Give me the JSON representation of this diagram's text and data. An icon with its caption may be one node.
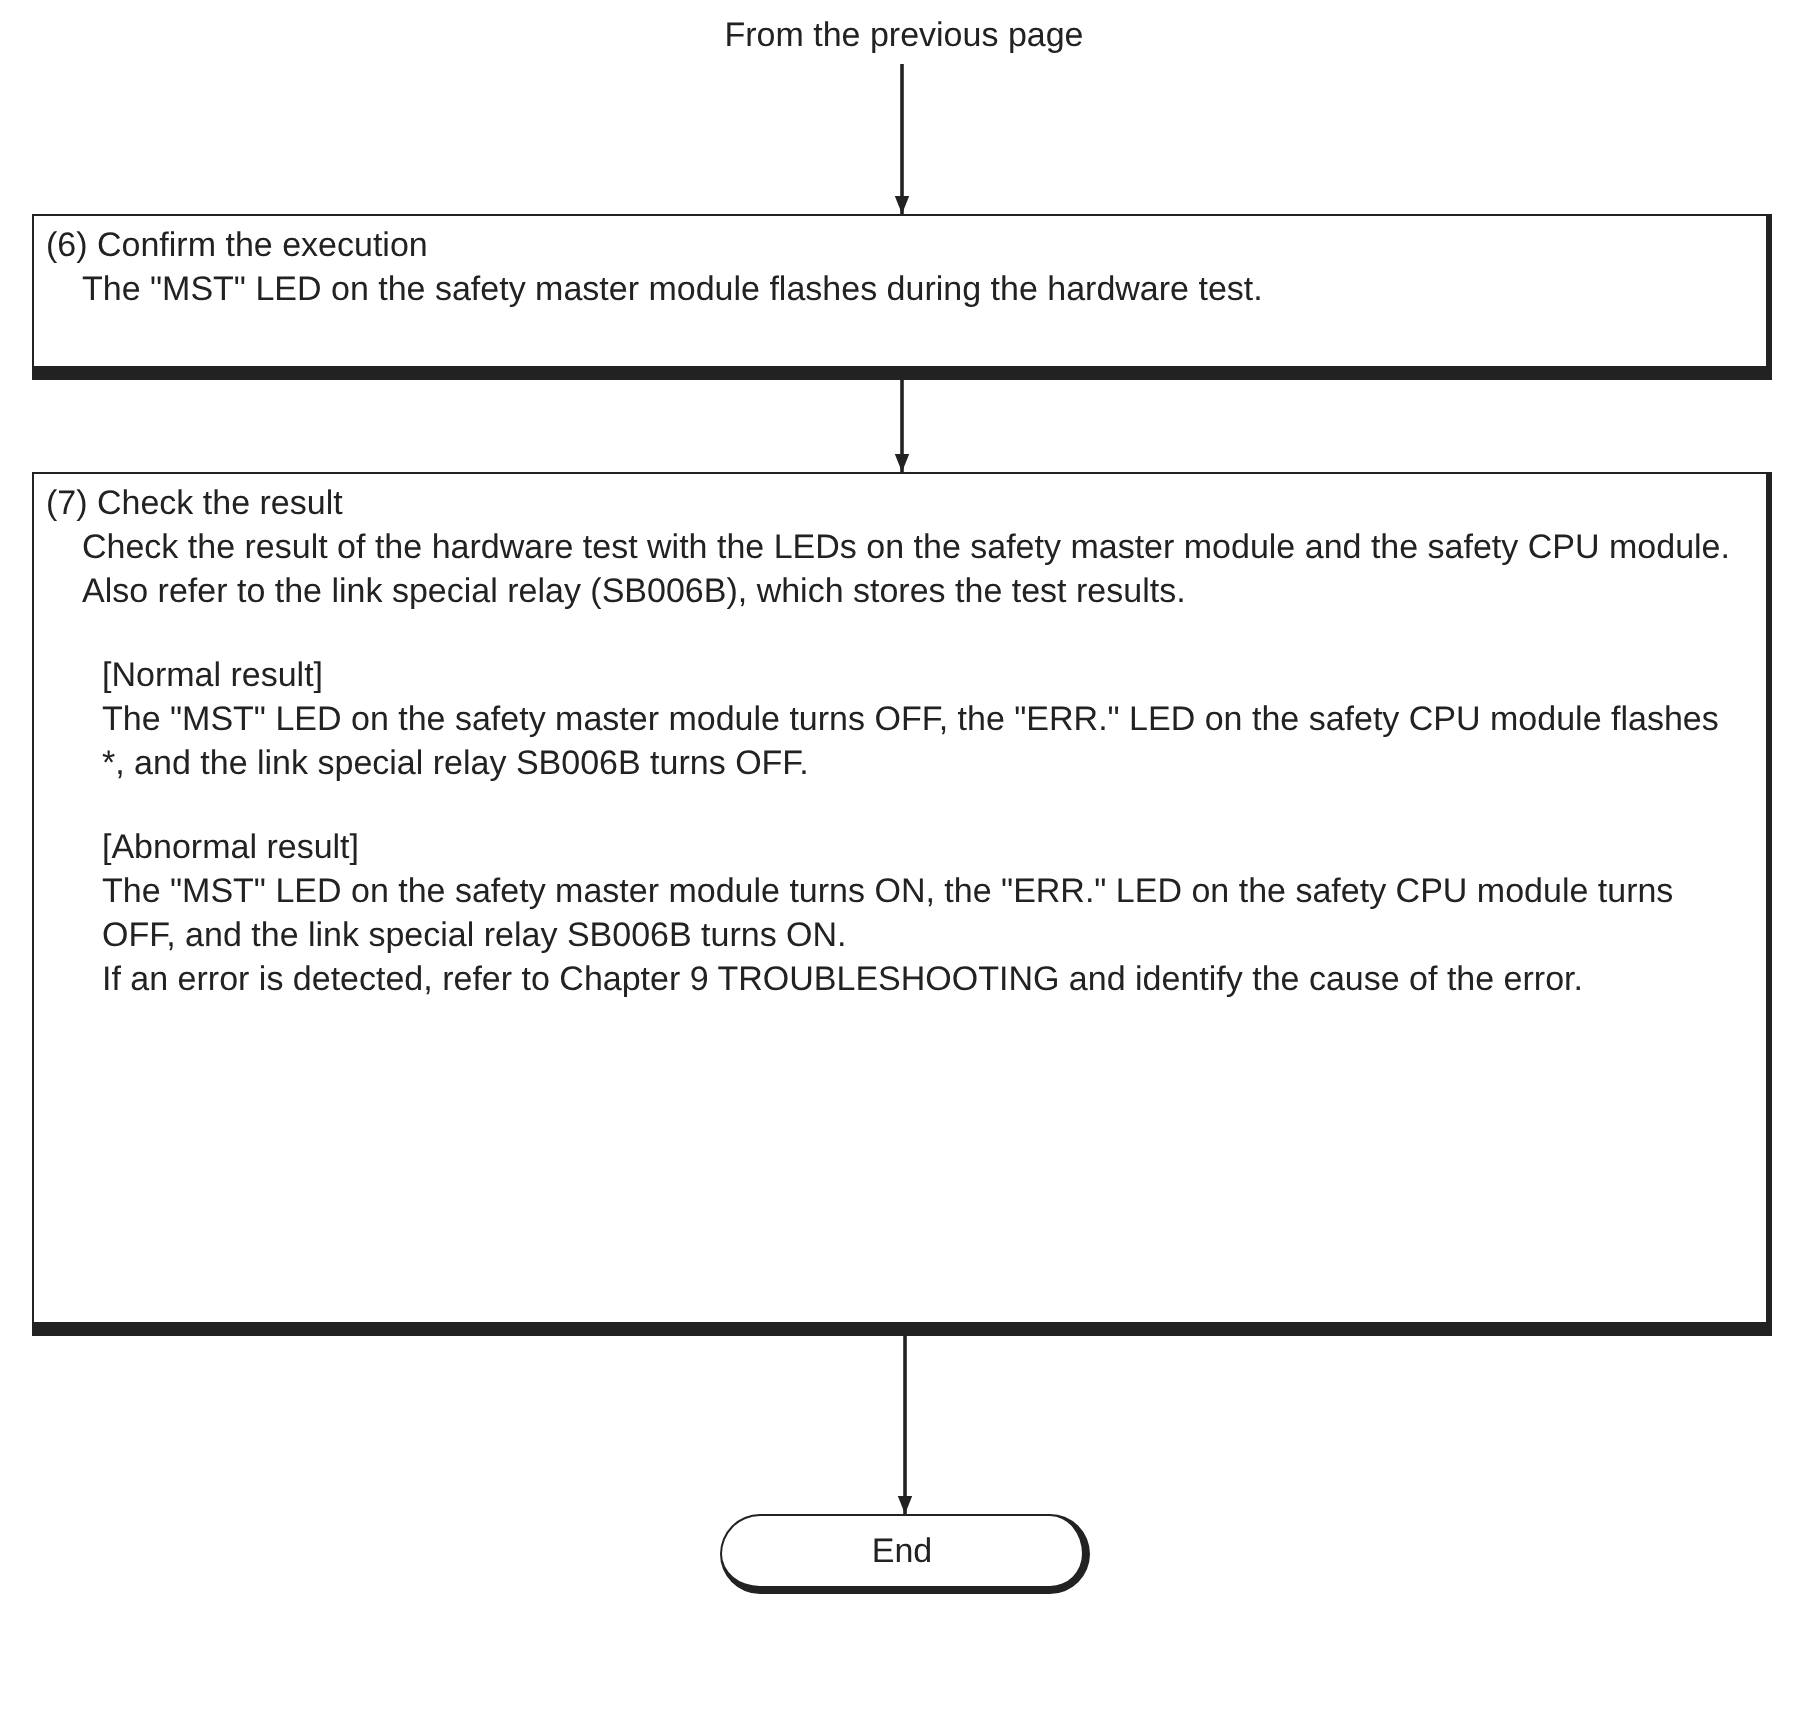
{
  "diagram": {
    "nodes": [
      {
        "text": [
          "From the previous page"
        ]
      },
      {
        "text": [
          "(6) Confirm the execution",
          "The \"MST\" LED on the safety master module flashes during the hardware test."
        ]
      },
      {
        "text": [
          "(7) Check the result",
          "Check the result of the hardware test with the LEDs on the safety master module and the safety CPU module. Also refer to the link special relay (SB006B), which stores the test results.",
          "[Normal result]",
          "The \"MST\" LED on the safety master module turns OFF, the \"ERR.\" LED on the safety CPU module flashes *, and the link special relay SB006B turns OFF.",
          "[Abnormal result]",
          "The \"MST\" LED on the safety master module turns ON, the \"ERR.\" LED on the safety CPU module turns OFF, and the link special relay SB006B turns ON.",
          "If an error is detected, refer to Chapter 9 TROUBLESHOOTING and identify the cause of the error."
        ]
      },
      {
        "text": [
          "End"
        ]
      }
    ],
    "edges": [
      {
        "from": 0,
        "to": 1,
        "arrow": "to"
      },
      {
        "from": 1,
        "to": 2,
        "arrow": "to"
      },
      {
        "from": 2,
        "to": 3,
        "arrow": "to"
      }
    ]
  }
}
